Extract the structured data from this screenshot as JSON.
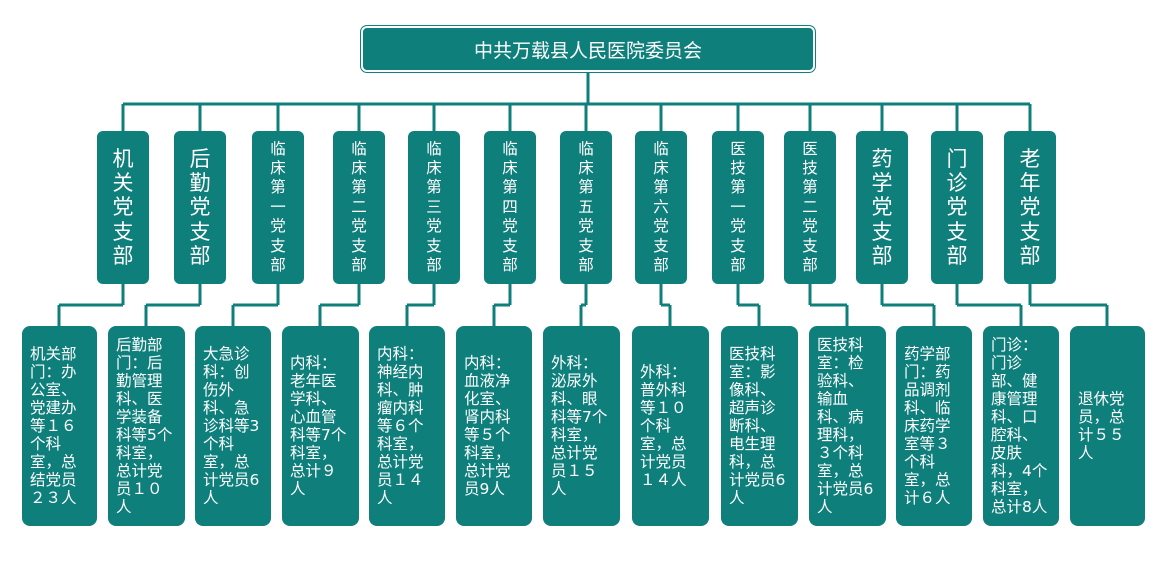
{
  "colors": {
    "box": "#0f7f7c",
    "line": "#0f7f7c",
    "text": "#ffffff"
  },
  "root": {
    "label": "中共万载县人民医院委员会"
  },
  "branches": [
    {
      "label": "机关党支部",
      "leaf": "机关部门：办公室、党建办等１６个科室，总结党员２３人"
    },
    {
      "label": "后勤党支部",
      "leaf": "后勤部门：后勤管理科、医学装备科等5个科室，总计党员１０人"
    },
    {
      "label": "临床第一党支部",
      "leaf": "大急诊科：创伤外科、急诊科等3个科室，总计党员6人"
    },
    {
      "label": "临床第二党支部",
      "leaf": "内科：老年医学科、心血管科等7个科室，总计９人"
    },
    {
      "label": "临床第三党支部",
      "leaf": "内科：神经内科、肿瘤内科等６个科室，总计党员１４人"
    },
    {
      "label": "临床第四党支部",
      "leaf": "内科：血液净化室、肾内科等５个科室，总计党员9人"
    },
    {
      "label": "临床第五党支部",
      "leaf": "外科：泌尿外科、眼科等7个科室，总计党员１５人"
    },
    {
      "label": "临床第六党支部",
      "leaf": "外科：普外科等１０个科室，总计党员１４人"
    },
    {
      "label": "医技第一党支部",
      "leaf": "医技科室：影像科、超声诊断科、电生理科，总计党员6人"
    },
    {
      "label": "医技第二党支部",
      "leaf": "医技科室：检验科、输血科、病理科，３个科室，总计党员6人"
    },
    {
      "label": "药学党支部",
      "leaf": "药学部门：药品调剂科、临床药学室等３个科室，总计６人"
    },
    {
      "label": "门诊党支部",
      "leaf": "门诊：门诊部、健康管理科、口腔科、皮肤科，4个科室，总计8人"
    },
    {
      "label": "老年党支部",
      "leaf": "退休党员，总计５５人"
    }
  ]
}
